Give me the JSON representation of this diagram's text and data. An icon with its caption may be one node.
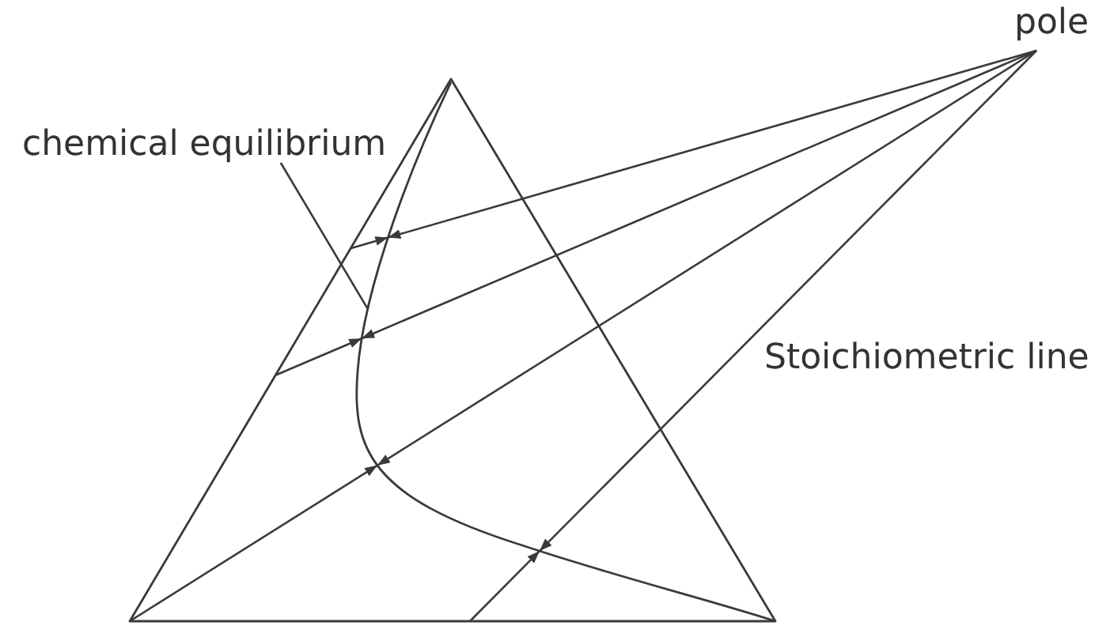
{
  "diagram": {
    "nodes": [
      {
        "text": [],
        "shape": "triangle"
      },
      {
        "text": [
          "pole"
        ]
      },
      {
        "text": [
          "chemical equilibrium"
        ]
      },
      {
        "text": [],
        "shape": "curve",
        "in": 0
      }
    ],
    "edges": [
      {
        "from": 1,
        "to": 3,
        "arrow": "to"
      },
      {
        "from": 0,
        "to": 3,
        "arrow": "to"
      },
      {
        "from": 1,
        "to": 3,
        "arrow": "to"
      },
      {
        "from": 0,
        "to": 3,
        "arrow": "to"
      },
      {
        "from": 1,
        "to": 3,
        "arrow": "to"
      },
      {
        "from": 0,
        "to": 3,
        "arrow": "to"
      },
      {
        "from": 1,
        "to": 3,
        "arrow": "to"
      },
      {
        "from": 0,
        "to": 3,
        "arrow": "to"
      },
      {
        "from": 2,
        "to": 3,
        "arrow": "none"
      }
    ],
    "labels": [
      "Stoichiometric line"
    ]
  }
}
